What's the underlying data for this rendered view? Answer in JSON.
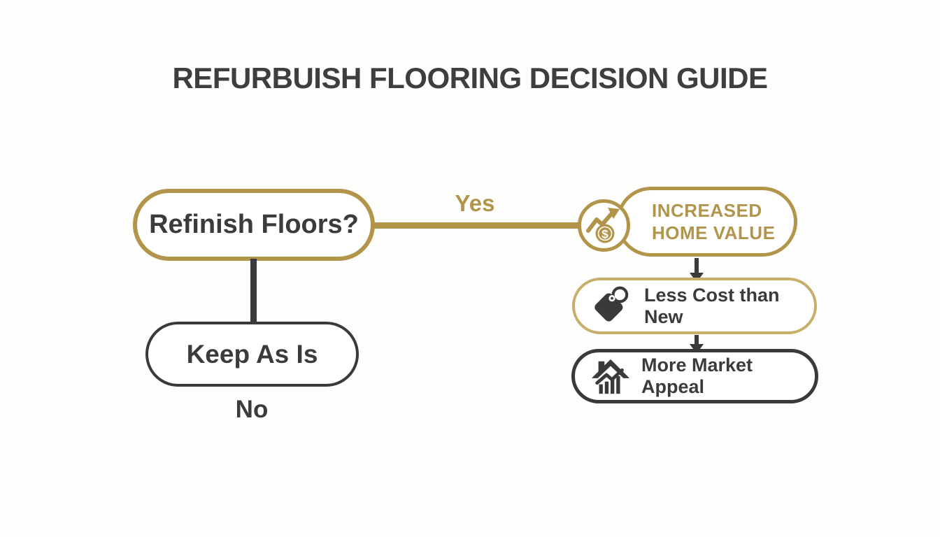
{
  "title": "REFURBUISH FLOORING DECISION GUIDE",
  "flowchart": {
    "decision": {
      "label": "Refinish Floors?"
    },
    "yes_branch": {
      "edge_label": "Yes",
      "outcome": {
        "line1": "INCREASED",
        "line2": "HOME VALUE"
      },
      "benefits": [
        {
          "label": "Less Cost than New",
          "icon": "price-tag-icon"
        },
        {
          "label": "More Market Appeal",
          "icon": "house-chart-icon"
        }
      ]
    },
    "no_branch": {
      "edge_label": "No",
      "outcome": {
        "label": "Keep As Is"
      }
    },
    "icons": {
      "increase_icon": "chart-up-dollar-icon",
      "coin_symbol": "$"
    }
  },
  "colors": {
    "gold": "#b2954a",
    "gold_light": "#c7af6b",
    "dark": "#3a3a3c",
    "text_dark": "#3b3b3d",
    "background": "#fdfdfc"
  }
}
